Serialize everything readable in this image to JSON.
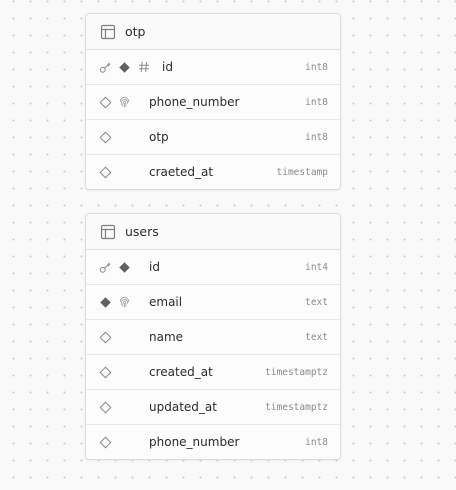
{
  "tables": [
    {
      "name": "otp",
      "columns": [
        {
          "name": "id",
          "type": "int8",
          "icons": [
            "key-icon",
            "diamond-filled-icon",
            "hash-icon"
          ]
        },
        {
          "name": "phone_number",
          "type": "int8",
          "icons": [
            "diamond-outline-icon",
            "fingerprint-icon"
          ]
        },
        {
          "name": "otp",
          "type": "int8",
          "icons": [
            "diamond-outline-icon"
          ]
        },
        {
          "name": "craeted_at",
          "type": "timestamp",
          "icons": [
            "diamond-outline-icon"
          ]
        }
      ]
    },
    {
      "name": "users",
      "columns": [
        {
          "name": "id",
          "type": "int4",
          "icons": [
            "key-icon",
            "diamond-filled-icon"
          ]
        },
        {
          "name": "email",
          "type": "text",
          "icons": [
            "diamond-filled-icon",
            "fingerprint-icon"
          ]
        },
        {
          "name": "name",
          "type": "text",
          "icons": [
            "diamond-outline-icon"
          ]
        },
        {
          "name": "created_at",
          "type": "timestamptz",
          "icons": [
            "diamond-outline-icon"
          ]
        },
        {
          "name": "updated_at",
          "type": "timestamptz",
          "icons": [
            "diamond-outline-icon"
          ]
        },
        {
          "name": "phone_number",
          "type": "int8",
          "icons": [
            "diamond-outline-icon"
          ]
        }
      ]
    }
  ],
  "colors": {
    "icon": "#8a8a90",
    "icon_dark": "#5f5f64",
    "text": "#2b2b2e",
    "type_text": "#8a8a90"
  }
}
